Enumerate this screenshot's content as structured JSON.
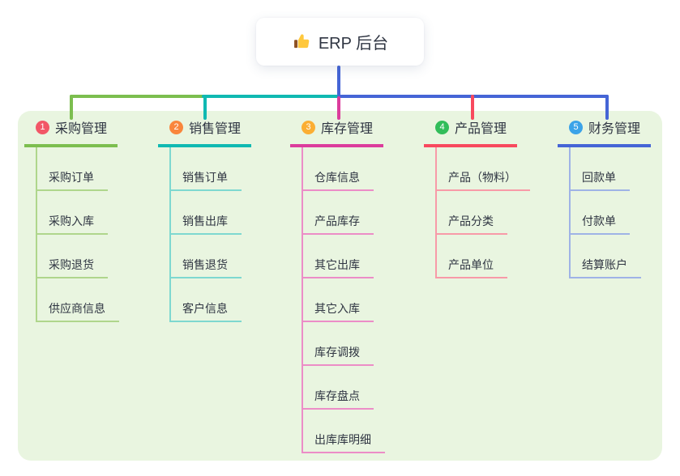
{
  "root": {
    "icon": "thumbs-up",
    "label": "ERP 后台"
  },
  "colors": {
    "canvas": "#FFFFFF",
    "panel": "#E9F5E0",
    "text": "#2F3542"
  },
  "branches": [
    {
      "num": "1",
      "label": "采购管理",
      "color": "#7CBE4F",
      "light": "#AFD68C",
      "badge": "#F25767",
      "children": [
        "采购订单",
        "采购入库",
        "采购退货",
        "供应商信息"
      ]
    },
    {
      "num": "2",
      "label": "销售管理",
      "color": "#10B9B2",
      "light": "#7ED8D0",
      "badge": "#F9863C",
      "children": [
        "销售订单",
        "销售出库",
        "销售退货",
        "客户信息"
      ]
    },
    {
      "num": "3",
      "label": "库存管理",
      "color": "#DC3C9C",
      "light": "#EC8DC7",
      "badge": "#FBAE33",
      "children": [
        "仓库信息",
        "产品库存",
        "其它出库",
        "其它入库",
        "库存调拨",
        "库存盘点",
        "出库库明细"
      ]
    },
    {
      "num": "4",
      "label": "产品管理",
      "color": "#F8495E",
      "light": "#F89AA8",
      "badge": "#32BD5A",
      "children": [
        "产品（物料）",
        "产品分类",
        "产品单位"
      ]
    },
    {
      "num": "5",
      "label": "财务管理",
      "color": "#4565D6",
      "light": "#9FB3E6",
      "badge": "#3BA3E8",
      "children": [
        "回款单",
        "付款单",
        "结算账户"
      ]
    }
  ]
}
